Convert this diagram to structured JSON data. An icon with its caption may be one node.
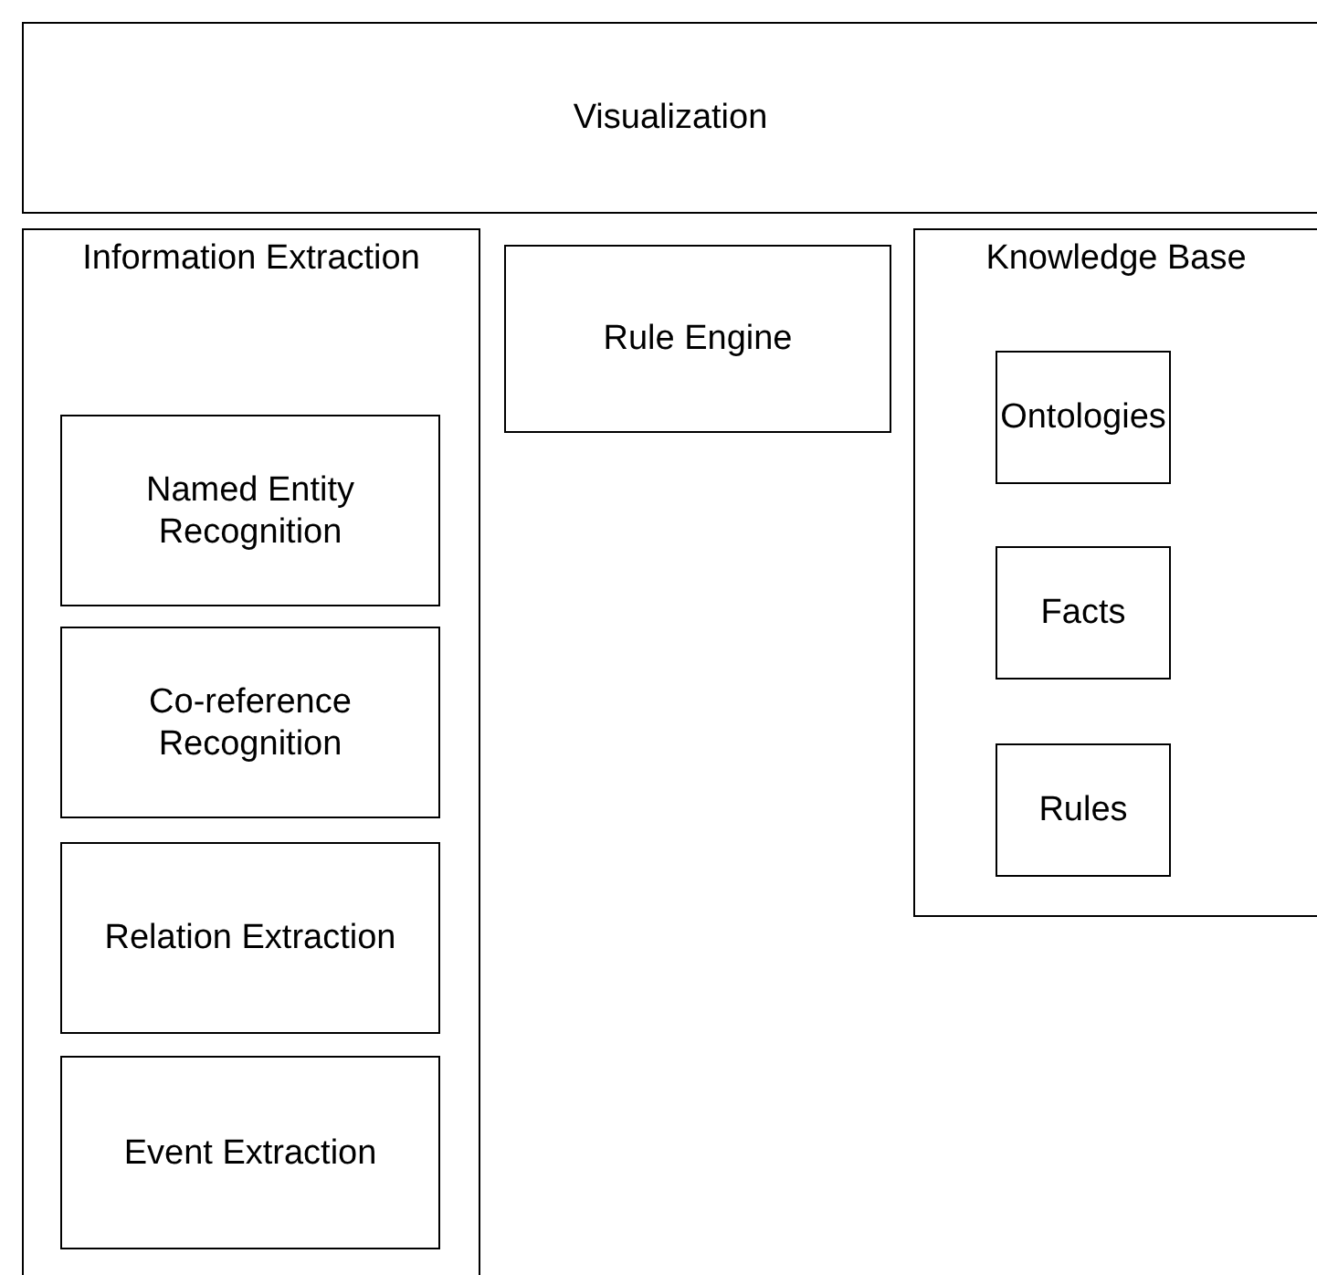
{
  "diagram": {
    "nodes": [
      {
        "text": [
          "Visualization"
        ]
      },
      {
        "text": [
          "Information Extraction"
        ]
      },
      {
        "text": [
          "Named Entity Recognition"
        ],
        "in": 1
      },
      {
        "text": [
          "Co-reference Recognition"
        ],
        "in": 1
      },
      {
        "text": [
          "Relation Extraction"
        ],
        "in": 1
      },
      {
        "text": [
          "Event Extraction"
        ],
        "in": 1
      },
      {
        "text": [
          "Rule Engine"
        ]
      },
      {
        "text": [
          "Knowledge Base"
        ]
      },
      {
        "text": [
          "Ontologies"
        ],
        "in": 7
      },
      {
        "text": [
          "Facts"
        ],
        "in": 7
      },
      {
        "text": [
          "Rules"
        ],
        "in": 7
      }
    ],
    "edges": []
  }
}
